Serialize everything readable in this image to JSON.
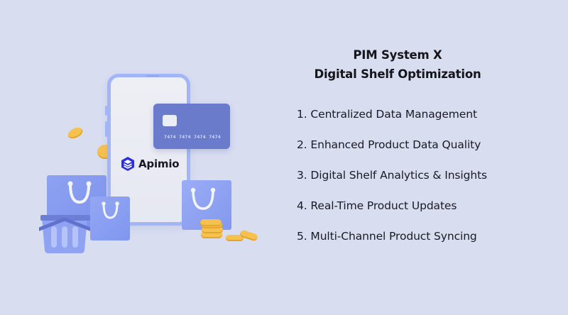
{
  "colors": {
    "background": "#D8DDF0",
    "phone_border": "#A2B5F7",
    "card": "#6A7BCB",
    "bag": "#8EA2F2",
    "coin": "#F6C14E",
    "logo_accent": "#2B2FE0",
    "text": "#141419"
  },
  "illustration": {
    "logo": {
      "icon": "stacked-layers-icon",
      "text": "Apimio"
    },
    "card": {
      "number": "7474 7474 7474 7474"
    }
  },
  "headline": {
    "line1": "PIM System X",
    "line2": "Digital Shelf Optimization"
  },
  "features": [
    {
      "label": "1. Centralized Data Management"
    },
    {
      "label": "2. Enhanced Product Data Quality"
    },
    {
      "label": "3. Digital Shelf Analytics & Insights"
    },
    {
      "label": "4. Real-Time Product Updates"
    },
    {
      "label": "5. Multi-Channel Product Syncing"
    }
  ]
}
